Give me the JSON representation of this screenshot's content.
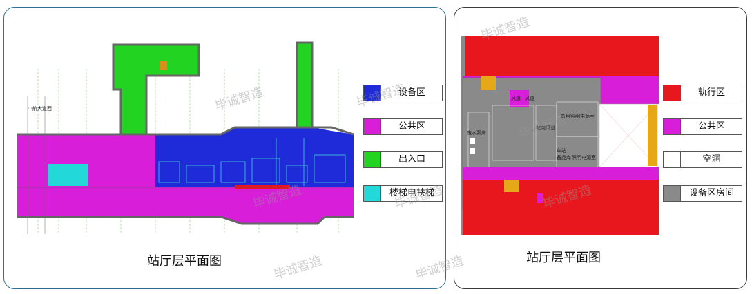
{
  "left_panel": {
    "caption": "站厅层平面图",
    "plan_label": "中航大道西",
    "legend": [
      {
        "label": "设备区",
        "color": "#1f2bd9"
      },
      {
        "label": "公共区",
        "color": "#d81ed8"
      },
      {
        "label": "出入口",
        "color": "#22d322"
      },
      {
        "label": "楼梯电扶梯",
        "color": "#22d8d8"
      }
    ]
  },
  "right_panel": {
    "caption": "站厅层平面图",
    "rooms": [
      "废水泵房",
      "风道",
      "风道",
      "车站",
      "备品库",
      "站内风道",
      "备用照明电源室",
      "照明电源室"
    ],
    "legend": [
      {
        "label": "轨行区",
        "color": "#e8161d"
      },
      {
        "label": "公共区",
        "color": "#d81ed8"
      },
      {
        "label": "空洞",
        "color": "#ffffff"
      },
      {
        "label": "设备区房间",
        "color": "#8a8a8a"
      }
    ]
  },
  "watermark": "毕诚智造"
}
